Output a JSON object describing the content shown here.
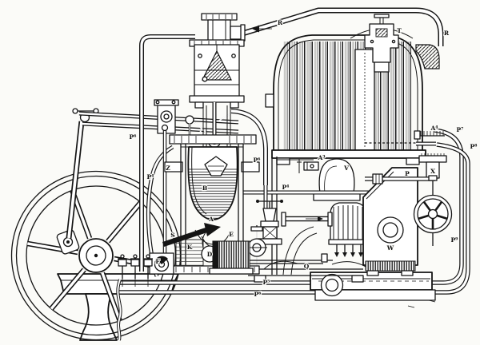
{
  "figure": {
    "type": "patent-engraving",
    "alt": "Sectional engraving of an early petroleum engine with flywheel, beam linkage, pump cylinder, vaporizer vessel, igniter, tubular cooler and piping",
    "colors": {
      "paper": "#fbfbf8",
      "ink": "#141414",
      "shade": "#c9c9c6"
    }
  },
  "labels": {
    "R_top": "R",
    "R_right": "R",
    "T": "T",
    "Z": "Z",
    "P4_left": "P⁴",
    "P6_left": "P⁶",
    "P6_mid": "P⁶",
    "P4_mid": "P⁴",
    "A": "A",
    "S": "S",
    "B": "B",
    "K": "K",
    "D": "D",
    "E": "E",
    "F": "F",
    "A3": "A³",
    "V": "V",
    "A4": "A⁴",
    "P7": "P⁷",
    "P8": "P⁸",
    "P9": "P⁹",
    "X": "X",
    "P": "P",
    "W": "W",
    "Q": "Q",
    "P5_bottom": "P⁵",
    "P6_bottom": "P⁶"
  }
}
